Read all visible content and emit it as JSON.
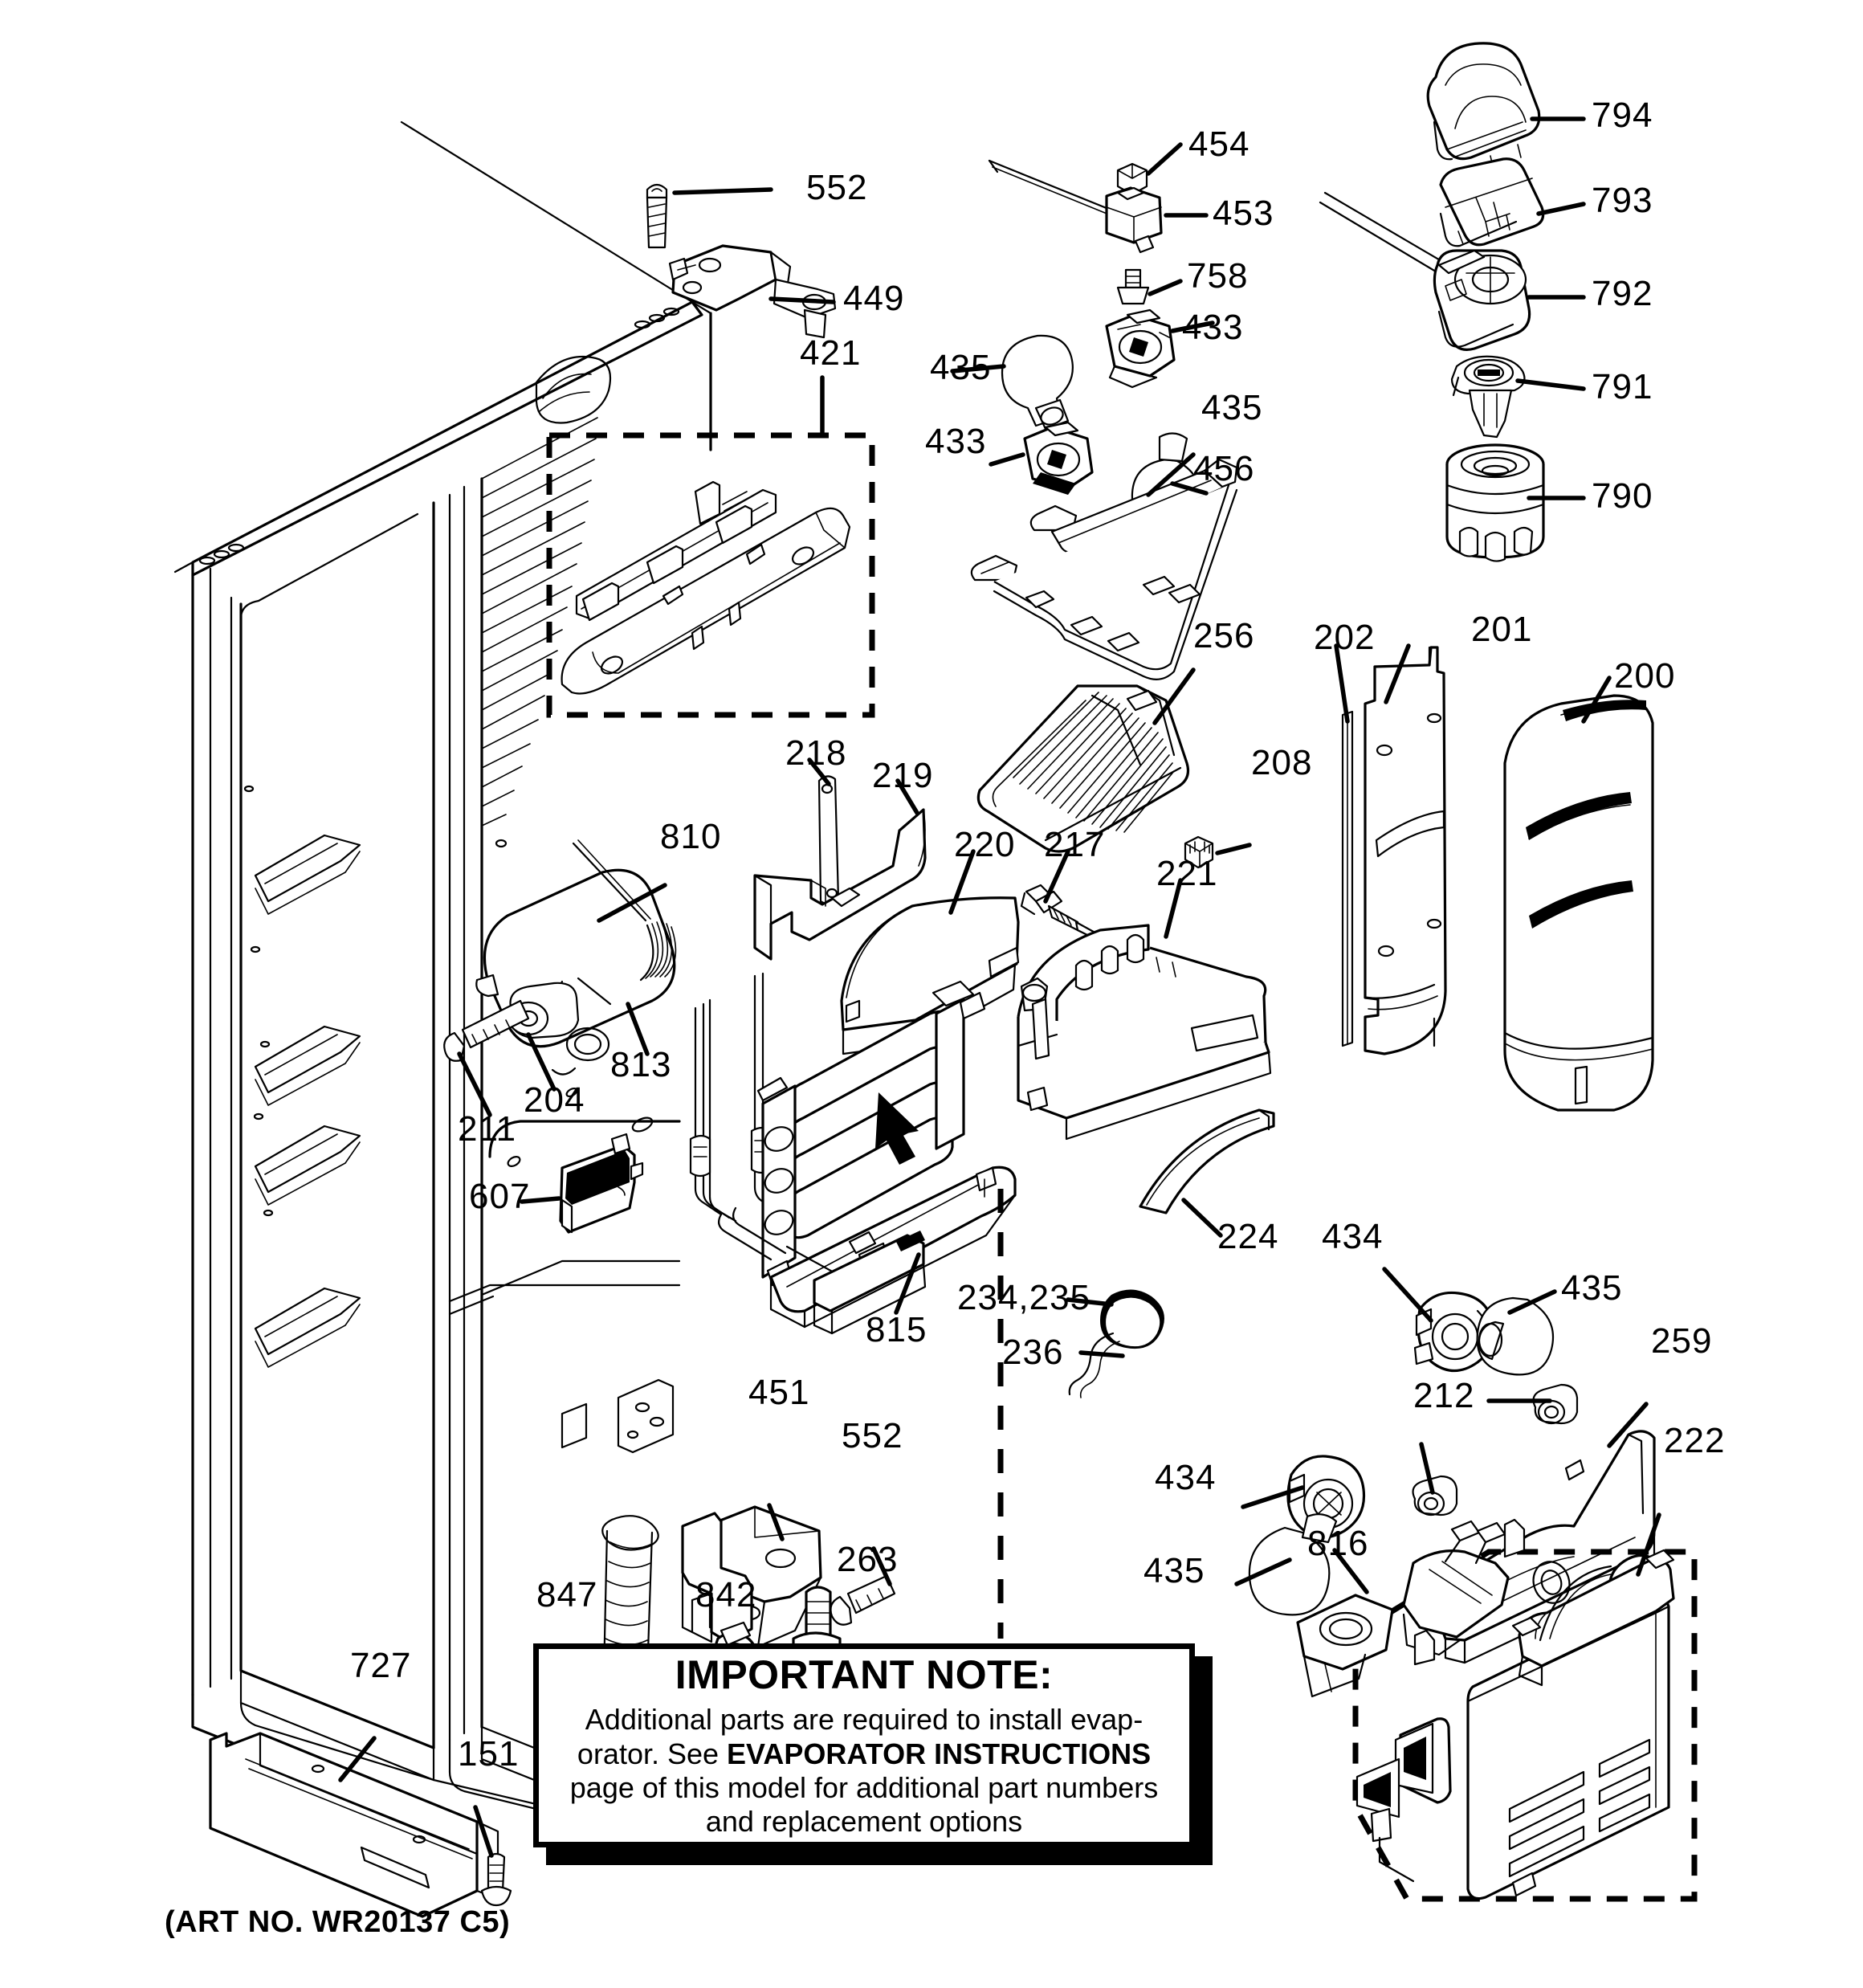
{
  "diagram": {
    "title": "Fresh Food Section exploded parts diagram",
    "art_number": "(ART NO. WR20137 C5)"
  },
  "note": {
    "title": "IMPORTANT NOTE:",
    "line1": "Additional parts are required to install evap-",
    "line2_a": "orator.  See ",
    "line2_b": "EVAPORATOR INSTRUCTIONS",
    "line3": "page of this model for additional part numbers",
    "line4": "and replacement options"
  },
  "callouts": [
    {
      "id": "c552a",
      "label": "552"
    },
    {
      "id": "c449",
      "label": "449"
    },
    {
      "id": "c421",
      "label": "421"
    },
    {
      "id": "c454",
      "label": "454"
    },
    {
      "id": "c453",
      "label": "453"
    },
    {
      "id": "c758",
      "label": "758"
    },
    {
      "id": "c435a",
      "label": "435"
    },
    {
      "id": "c433a",
      "label": "433"
    },
    {
      "id": "c433b",
      "label": "433"
    },
    {
      "id": "c435b",
      "label": "435"
    },
    {
      "id": "c794",
      "label": "794"
    },
    {
      "id": "c793",
      "label": "793"
    },
    {
      "id": "c792",
      "label": "792"
    },
    {
      "id": "c791",
      "label": "791"
    },
    {
      "id": "c790",
      "label": "790"
    },
    {
      "id": "c456",
      "label": "456"
    },
    {
      "id": "c256",
      "label": "256"
    },
    {
      "id": "c208",
      "label": "208"
    },
    {
      "id": "c202",
      "label": "202"
    },
    {
      "id": "c201",
      "label": "201"
    },
    {
      "id": "c200",
      "label": "200"
    },
    {
      "id": "c218",
      "label": "218"
    },
    {
      "id": "c219",
      "label": "219"
    },
    {
      "id": "c220",
      "label": "220"
    },
    {
      "id": "c217",
      "label": "217"
    },
    {
      "id": "c221",
      "label": "221"
    },
    {
      "id": "c810",
      "label": "810"
    },
    {
      "id": "c813",
      "label": "813"
    },
    {
      "id": "c204",
      "label": "204"
    },
    {
      "id": "c211",
      "label": "211"
    },
    {
      "id": "c607",
      "label": "607"
    },
    {
      "id": "c815",
      "label": "815"
    },
    {
      "id": "c234235",
      "label": "234,235"
    },
    {
      "id": "c236",
      "label": "236"
    },
    {
      "id": "c224",
      "label": "224"
    },
    {
      "id": "c434a",
      "label": "434"
    },
    {
      "id": "c435c",
      "label": "435"
    },
    {
      "id": "c259",
      "label": "259"
    },
    {
      "id": "c212",
      "label": "212"
    },
    {
      "id": "c222",
      "label": "222"
    },
    {
      "id": "c434b",
      "label": "434"
    },
    {
      "id": "c435d",
      "label": "435"
    },
    {
      "id": "c816",
      "label": "816"
    },
    {
      "id": "c451",
      "label": "451"
    },
    {
      "id": "c552b",
      "label": "552"
    },
    {
      "id": "c263",
      "label": "263"
    },
    {
      "id": "c847",
      "label": "847"
    },
    {
      "id": "c842",
      "label": "842"
    },
    {
      "id": "c727",
      "label": "727"
    },
    {
      "id": "c151",
      "label": "151"
    }
  ]
}
